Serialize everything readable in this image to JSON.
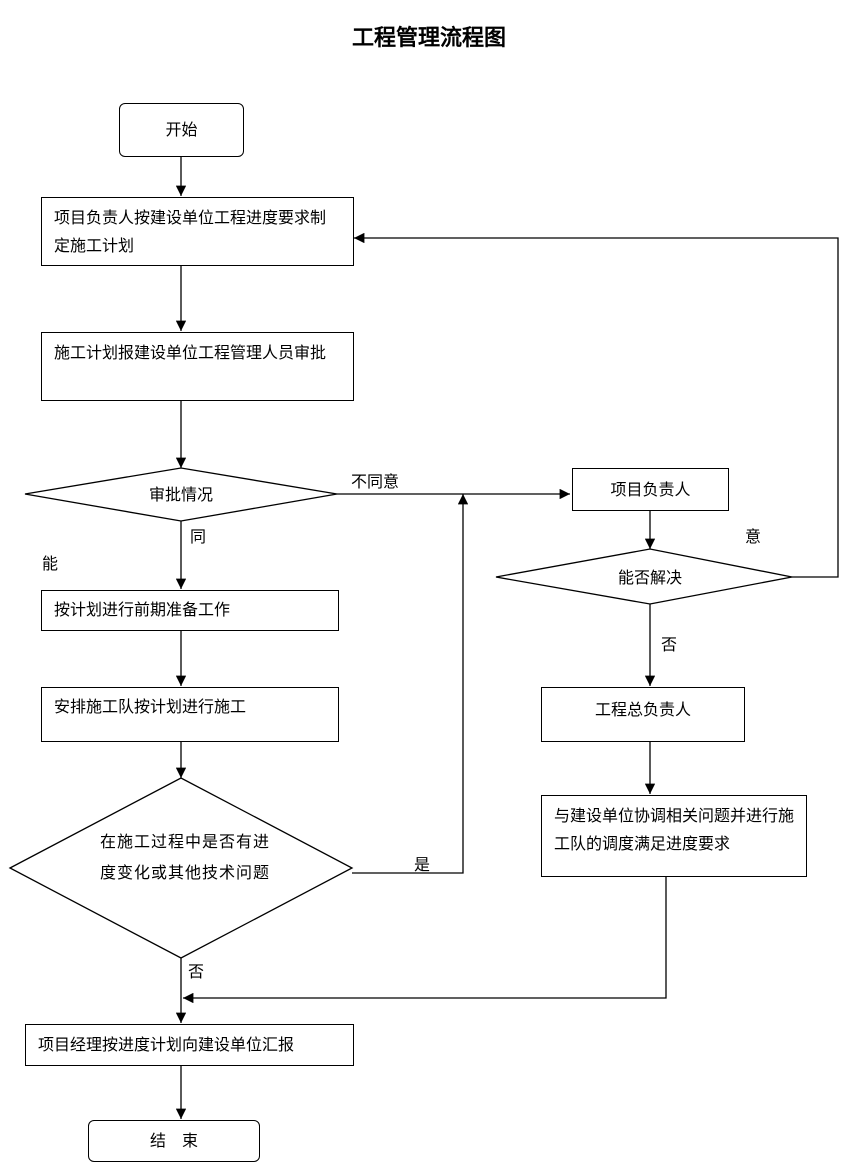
{
  "title": "工程管理流程图",
  "nodes": {
    "start": "开始",
    "plan": "项目负责人按建设单位工程进度要求制定施工计划",
    "report_approval": "施工计划报建设单位工程管理人员审批",
    "approval_status": "审批情况",
    "pm_leader": "项目负责人",
    "can_resolve": "能否解决",
    "preparation": "按计划进行前期准备工作",
    "arrange_team": "安排施工队按计划进行施工",
    "construction_issue": "在施工过程中是否有进度变化或其他技术问题",
    "chief_leader": "工程总负责人",
    "coordinate": "与建设单位协调相关问题并进行施工队的调度满足进度要求",
    "report_progress": "项目经理按进度计划向建设单位汇报",
    "end": "结　束"
  },
  "edge_labels": {
    "disagree": "不同意",
    "agree_part1": "同",
    "agree_part2": "意",
    "can": "能",
    "no_resolve": "否",
    "yes_issue": "是",
    "no_issue": "否"
  }
}
